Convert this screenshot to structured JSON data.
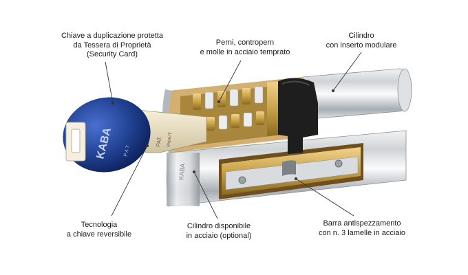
{
  "labels": {
    "key_protection": [
      "Chiave a duplicazione protetta",
      "da Tessera di Proprietà",
      "(Security Card)"
    ],
    "pins": [
      "Perni, contropern",
      "e molle in acciaio temprato"
    ],
    "cylinder": [
      "Cilindro",
      "con inserto modulare"
    ],
    "reversible": [
      "Tecnologia",
      "a chiave reversibile"
    ],
    "steel": [
      "Cilindro disponibile",
      "in acciaio (optional)"
    ],
    "bar": [
      "Barra antispezzamento",
      "con n. 3 lamelle in acciaio"
    ]
  },
  "key_head": {
    "brand": "KABA",
    "mark": "P A T"
  },
  "key_blade": {
    "line1": "PAT.",
    "line2": "experT"
  },
  "cylinder_brand": "KABA",
  "colors": {
    "key_blue": "#1f3f8f",
    "brass": "#c9a24a",
    "chrome": "#c8ccd0"
  }
}
